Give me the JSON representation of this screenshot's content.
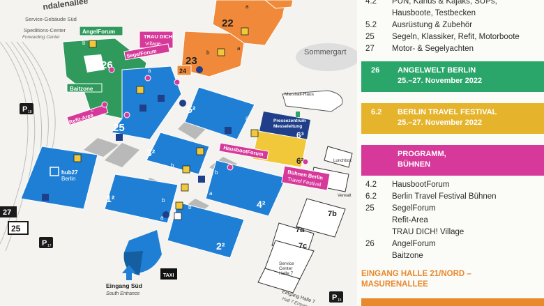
{
  "map": {
    "street_top": "ndalenallee",
    "service_building": "Service-Gebäude Süd",
    "forwarding": "Speditions-Center",
    "forwarding_en": "Forwarding Center",
    "sommergarten": "Sommergart",
    "marshall_haus": "Marshall-Haus",
    "press_center": "Pressezentrum",
    "press_center2": "Messeleitung",
    "hub_name": "hub27",
    "hub_city": "Berlin",
    "entrance_south": "Eingang Süd",
    "entrance_south_en": "South Entrance",
    "taxi": "TAXI",
    "service_center": "Service",
    "service_center2": "Center",
    "service_center3": "Halle 7",
    "entrance_hall7": "Eingang Halle 7",
    "entrance_hall7_en": "Hall 7 Entran",
    "lunchbox": "Lunchbox",
    "verwaltung": "Verwalt",
    "parking": "P",
    "road_sign_27": "27",
    "road_sign_25": "25",
    "p_sub_18": "18",
    "p_sub_17": "17",
    "p_sub_15": "15",
    "halls": [
      {
        "id": "22",
        "label": "22"
      },
      {
        "id": "23",
        "label": "23"
      },
      {
        "id": "24",
        "label": "24"
      },
      {
        "id": "26",
        "label": "26"
      },
      {
        "id": "25",
        "label": "25"
      },
      {
        "id": "52",
        "label": "5²"
      },
      {
        "id": "32",
        "label": "3²"
      },
      {
        "id": "12",
        "label": "1²"
      },
      {
        "id": "42",
        "label": "4²"
      },
      {
        "id": "22b",
        "label": "2²"
      },
      {
        "id": "63",
        "label": "6³"
      },
      {
        "id": "62",
        "label": "6²"
      },
      {
        "id": "7b",
        "label": "7b"
      },
      {
        "id": "7a",
        "label": "7a"
      },
      {
        "id": "7c",
        "label": "7c"
      }
    ],
    "tags": {
      "angelforum": "AngelForum",
      "traudich1": "TRAU DICH!",
      "traudich2": "Village",
      "segelforum": "SegelForum",
      "baitzone": "Baitzone",
      "refit": "Refit-Area",
      "hausboot": "HausbootForum",
      "buehnen1": "Bühnen Berlin",
      "buehnen2": "Travel Festival"
    },
    "letters": [
      "a",
      "b",
      "c"
    ]
  },
  "legend": {
    "rows_top": [
      {
        "code": "4.2",
        "text": "PUN, Kanus & Kajaks, SUPs,"
      },
      {
        "code": "",
        "text": "Hausboote, Testbecken"
      },
      {
        "code": "5.2",
        "text": "Ausrüstung & Zubehör"
      },
      {
        "code": "25",
        "text": "Segeln, Klassiker, Refit, Motorboote"
      },
      {
        "code": "27",
        "text": "Motor- & Segelyachten"
      }
    ],
    "band_angelwelt": {
      "code": "26",
      "title": "ANGELWELT BERLIN",
      "dates": "25.–27. November 2022",
      "color": "#2aa66a"
    },
    "band_travel": {
      "code": "6.2",
      "title": "BERLIN TRAVEL FESTIVAL",
      "dates": "25.–27. November 2022",
      "color": "#e6b42c"
    },
    "band_programm": {
      "title1": "PROGRAMM,",
      "title2": "BÜHNEN",
      "color": "#d6399a"
    },
    "program_rows": [
      {
        "code": "4.2",
        "text": "HausbootForum"
      },
      {
        "code": "6.2",
        "text": "Berlin Travel Festival Bühnen"
      },
      {
        "code": "25",
        "text": "SegelForum"
      },
      {
        "code": "",
        "text": "Refit-Area"
      },
      {
        "code": "",
        "text": "TRAU DICH! Village"
      },
      {
        "code": "26",
        "text": "AngelForum"
      },
      {
        "code": "",
        "text": "Baitzone"
      }
    ],
    "entrance_title1": "EINGANG HALLE 21/NORD –",
    "entrance_title2": "MASURENALLEE",
    "entrance_color": "#e8892c"
  },
  "colors": {
    "blue": "#1f7fd4",
    "green": "#2f9a5c",
    "orange": "#f08a3a",
    "yellow": "#f0c83a",
    "magenta": "#d6399a",
    "navy": "#1f3f8a",
    "path": "#b9b9b9"
  },
  "icons": [
    "elevator-icon",
    "restroom-icon",
    "info-icon",
    "taxi-icon",
    "arrow-up-icon",
    "euro-icon"
  ]
}
